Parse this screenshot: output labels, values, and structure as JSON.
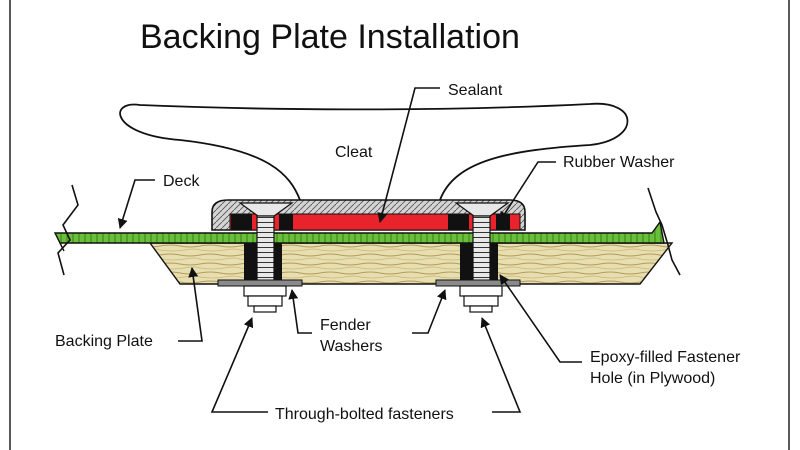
{
  "title": "Backing Plate Installation",
  "labels": {
    "sealant": "Sealant",
    "cleat": "Cleat",
    "rubber_washer": "Rubber Washer",
    "deck": "Deck",
    "backing_plate": "Backing Plate",
    "fender_washers_line1": "Fender",
    "fender_washers_line2": "Washers",
    "epoxy_line1": "Epoxy-filled Fastener",
    "epoxy_line2": "Hole (in Plywood)",
    "through_bolted": "Through-bolted fasteners"
  },
  "colors": {
    "deck": "#6abf3a",
    "deck_stripe": "#3f8a1f",
    "backing_plate": "#e8dfb0",
    "wood_grain": "#b39a5c",
    "sealant": "#e8232c",
    "rubber_washer": "#111111",
    "cleat_base": "#d4d4d4",
    "fastener": "#e8e8e8",
    "fender_washer": "#8a8a8a"
  }
}
